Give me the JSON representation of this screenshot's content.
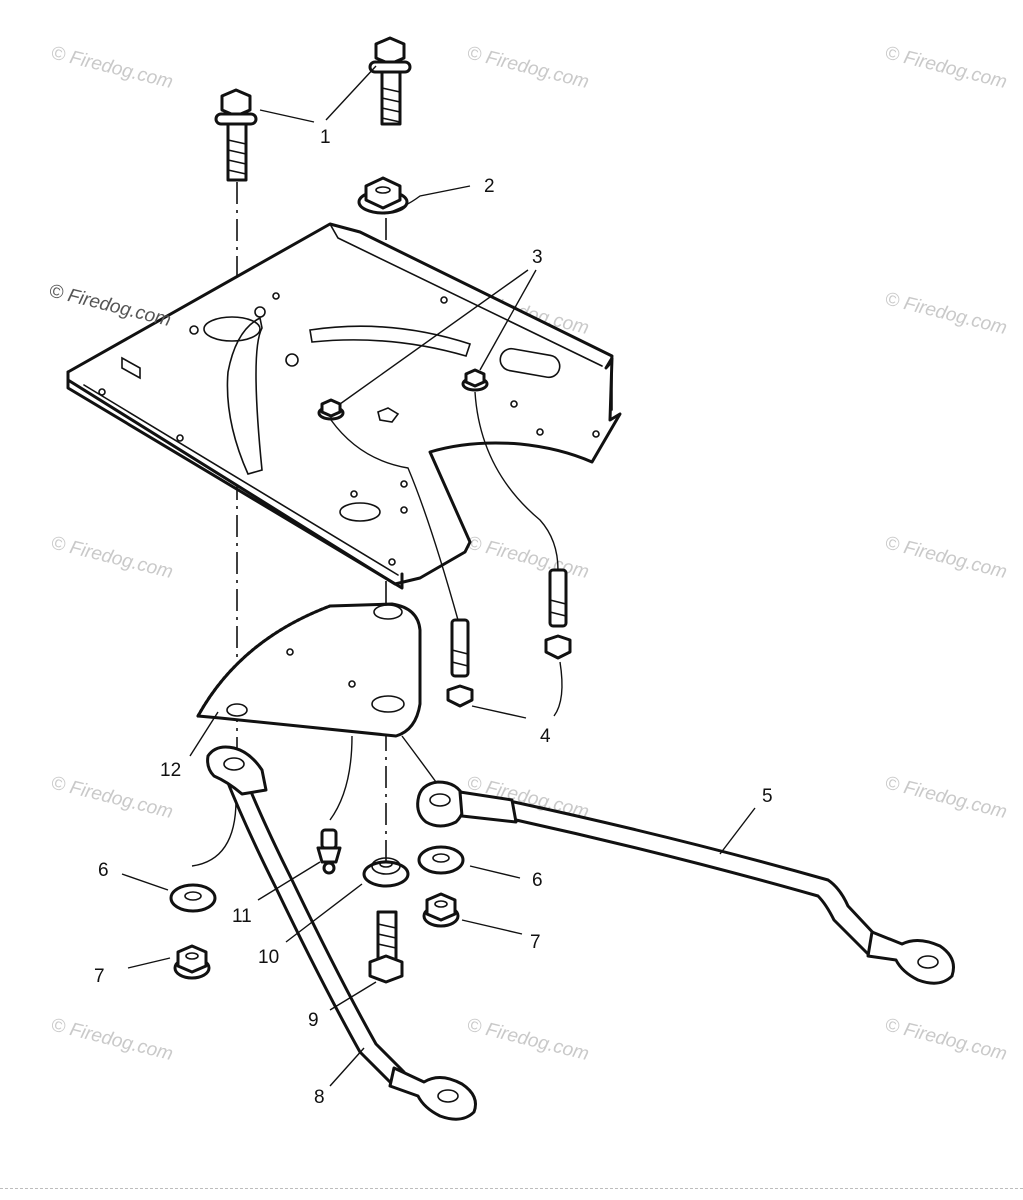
{
  "diagram": {
    "callouts": {
      "c1": "1",
      "c2": "2",
      "c3": "3",
      "c4": "4",
      "c5": "5",
      "c6a": "6",
      "c6b": "6",
      "c7a": "7",
      "c7b": "7",
      "c8": "8",
      "c9": "9",
      "c10": "10",
      "c11": "11",
      "c12": "12"
    },
    "watermark": {
      "text": "© Firedog.com"
    }
  }
}
